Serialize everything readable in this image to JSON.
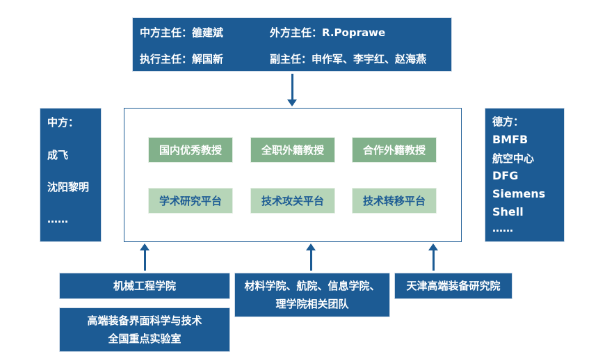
{
  "leadership": {
    "chinese_director": "中方主任：雒建斌",
    "foreign_director": "外方主任：R.Poprawe",
    "executive_director": "执行主任：解国新",
    "deputy_directors": "副主任：申作军、李宇红、赵海燕"
  },
  "chinese_side": {
    "title": "中方：",
    "items": [
      "成飞",
      "沈阳黎明",
      "……"
    ]
  },
  "german_side": {
    "title": "德方：",
    "items": [
      "BMFB",
      "航空中心",
      "DFG",
      "Siemens",
      "Shell",
      "……"
    ]
  },
  "talent": [
    "国内优秀教授",
    "全职外籍教授",
    "合作外籍教授"
  ],
  "platforms": [
    "学术研究平台",
    "技术攻关平台",
    "技术转移平台"
  ],
  "supporters": {
    "mech": "机械工程学院",
    "lab_line1": "高端装备界面科学与技术",
    "lab_line2": "全国重点实验室",
    "schools_line1": "材料学院、航院、信息学院、",
    "schools_line2": "理学院相关团队",
    "institute": "天津高端装备研究院"
  },
  "colors": {
    "blue": "#1c5b94",
    "green": "#82b18b",
    "light_green": "#b6d5b8"
  }
}
